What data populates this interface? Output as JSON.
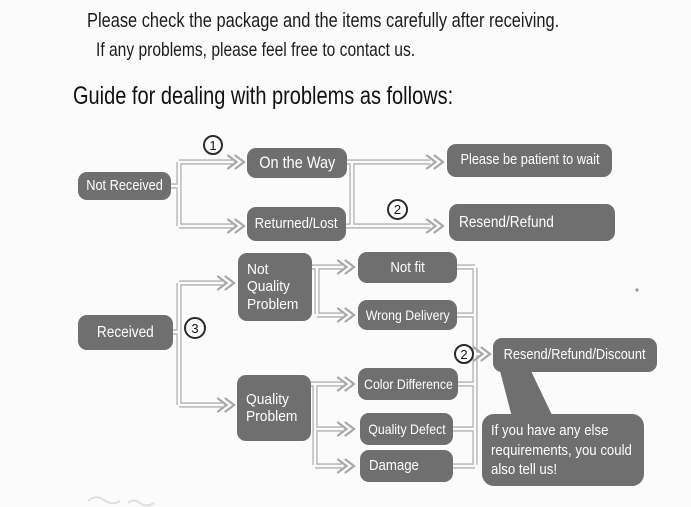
{
  "header": {
    "line1": "Please check the package and the items carefully after receiving.",
    "line2": "If any problems, please feel free to contact us.",
    "title": "Guide for dealing with problems as follows:"
  },
  "steps": {
    "s1": "1",
    "s2": "2",
    "s3": "3",
    "s2b": "2"
  },
  "nodes": {
    "not_received": "Not Received",
    "on_the_way": "On the Way",
    "returned_lost": "Returned/Lost",
    "please_wait": "Please be patient to wait",
    "resend_refund": "Resend/Refund",
    "received": "Received",
    "not_quality_problem": "Not Quality Problem",
    "quality_problem": "Quality Problem",
    "not_fit": "Not fit",
    "wrong_delivery": "Wrong Delivery",
    "color_difference": "Color Difference",
    "quality_defect": "Quality Defect",
    "damage": "Damage",
    "resend_refund_discount": "Resend/Refund/Discount"
  },
  "note": {
    "lines": [
      "If you have any else",
      "requirements, you could",
      "also tell us!"
    ]
  },
  "colors": {
    "node_fill": "#6f6f6f",
    "node_text": "#ffffff",
    "connector": "#b0b0b0",
    "marker_border": "#2b2b2b",
    "background": "#fbfbfb"
  }
}
